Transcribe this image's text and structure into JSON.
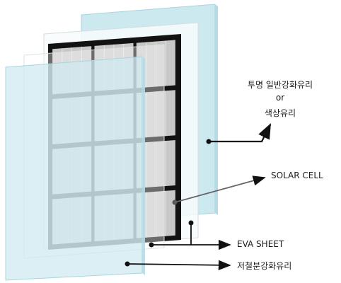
{
  "labels": {
    "top_line1": "투명 일반강화유리",
    "top_line2": "or",
    "top_line3": "색상유리",
    "solar_cell": "SOLAR CELL",
    "eva_sheet": "EVA SHEET",
    "bottom_glass": "저철분강화유리"
  },
  "colors": {
    "glass_fill": "#c9e8ef",
    "glass_edge": "#a9d6e0",
    "cell_grey": "#c8c8c8",
    "cell_frame": "#111111",
    "pointer": "#111111"
  }
}
